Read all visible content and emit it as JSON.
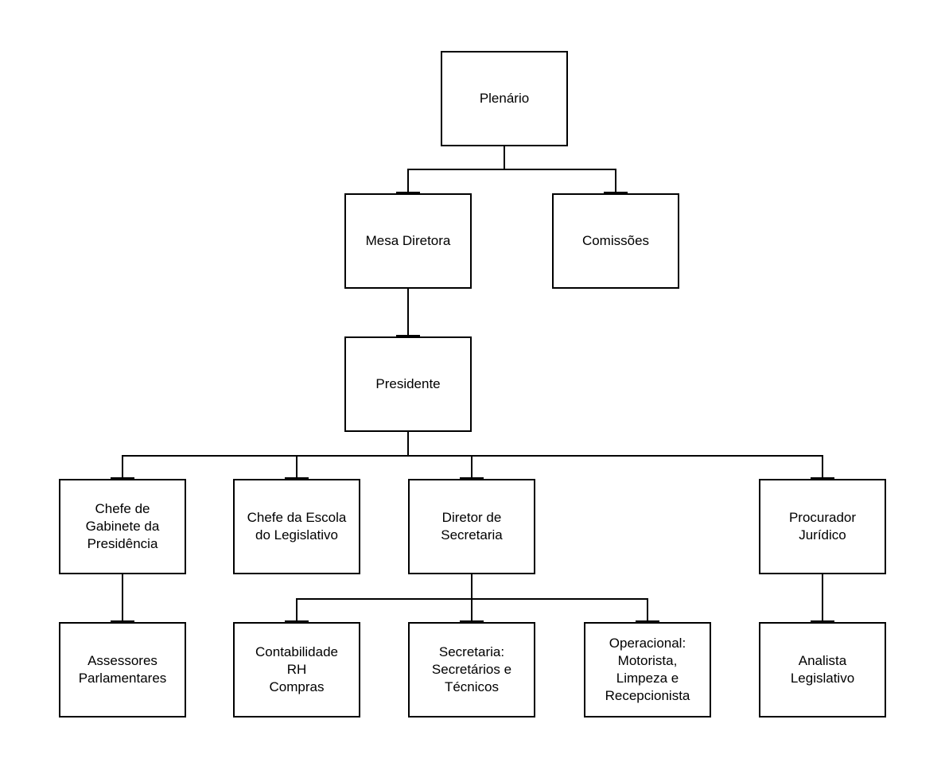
{
  "diagram": {
    "type": "org-chart",
    "background": "#ffffff",
    "node_fill": "#ffffff",
    "node_border_color": "#000000",
    "connector_color": "#000000",
    "nodes": {
      "plenario": {
        "label": "Plenário",
        "parent": null
      },
      "mesa_diretora": {
        "label": "Mesa Diretora",
        "parent": "plenario"
      },
      "comissoes": {
        "label": "Comissões",
        "parent": "plenario"
      },
      "presidente": {
        "label": "Presidente",
        "parent": "mesa_diretora"
      },
      "chefe_gabinete": {
        "label": "Chefe de\nGabinete da\nPresidência",
        "parent": "presidente"
      },
      "chefe_escola": {
        "label": "Chefe da Escola\ndo Legislativo",
        "parent": "presidente"
      },
      "diretor_secretaria": {
        "label": "Diretor de\nSecretaria",
        "parent": "presidente"
      },
      "procurador_juridico": {
        "label": "Procurador\nJurídico",
        "parent": "presidente"
      },
      "assessores": {
        "label": "Assessores\nParlamentares",
        "parent": "chefe_gabinete"
      },
      "contabilidade_rh_compras": {
        "label": "Contabilidade\nRH\nCompras",
        "parent": "diretor_secretaria"
      },
      "secretaria": {
        "label": "Secretaria:\nSecretários e\nTécnicos",
        "parent": "diretor_secretaria"
      },
      "operacional": {
        "label": "Operacional:\nMotorista,\nLimpeza e\nRecepcionista",
        "parent": "diretor_secretaria"
      },
      "analista_legislativo": {
        "label": "Analista\nLegislativo",
        "parent": "procurador_juridico"
      }
    }
  }
}
